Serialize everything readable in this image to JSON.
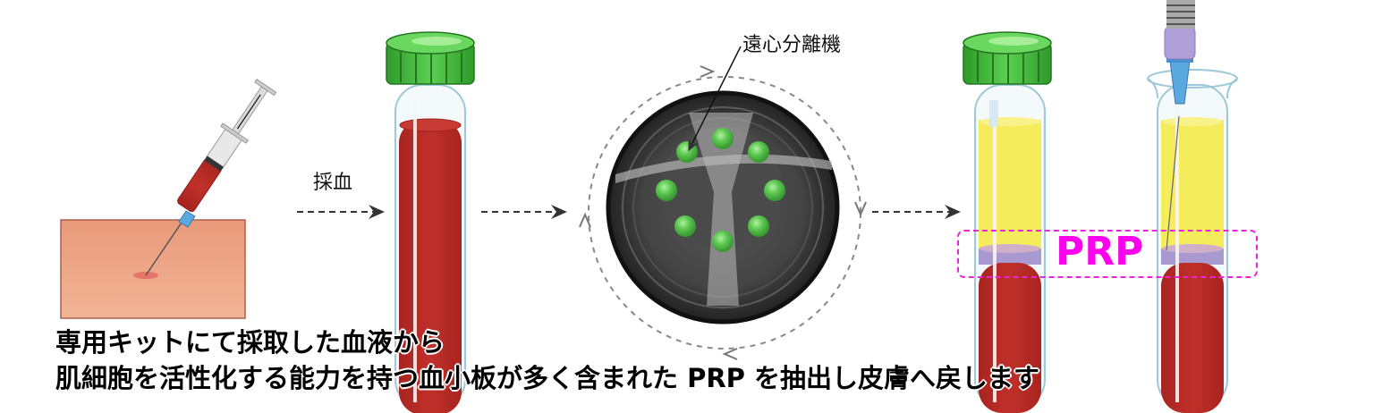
{
  "labels": {
    "blood_draw": "採血",
    "centrifuge": "遠心分離機",
    "prp": "PRP"
  },
  "caption": {
    "line1": "専用キットにて採取した血液から",
    "line2": "肌細胞を活性化する能力を持つ血小板が多く含まれた PRP を抽出し皮膚へ戻します"
  },
  "colors": {
    "blood": "#b52a26",
    "plasma": "#f5ec5c",
    "buffy_coat": "#a89ad0",
    "cap_green": "#3cb43a",
    "prp_highlight": "#ff00ee",
    "skin": "#f0a888",
    "centrifuge_dark": "#3a3a3a",
    "tube_green_dot": "#5ccc50"
  },
  "steps": [
    {
      "name": "syringe-draw",
      "icon": "syringe-icon"
    },
    {
      "name": "whole-blood-tube",
      "icon": "test-tube-icon"
    },
    {
      "name": "centrifuge",
      "icon": "centrifuge-icon"
    },
    {
      "name": "separated-tube",
      "icon": "test-tube-icon"
    },
    {
      "name": "prp-extraction",
      "icon": "syringe-icon"
    }
  ]
}
